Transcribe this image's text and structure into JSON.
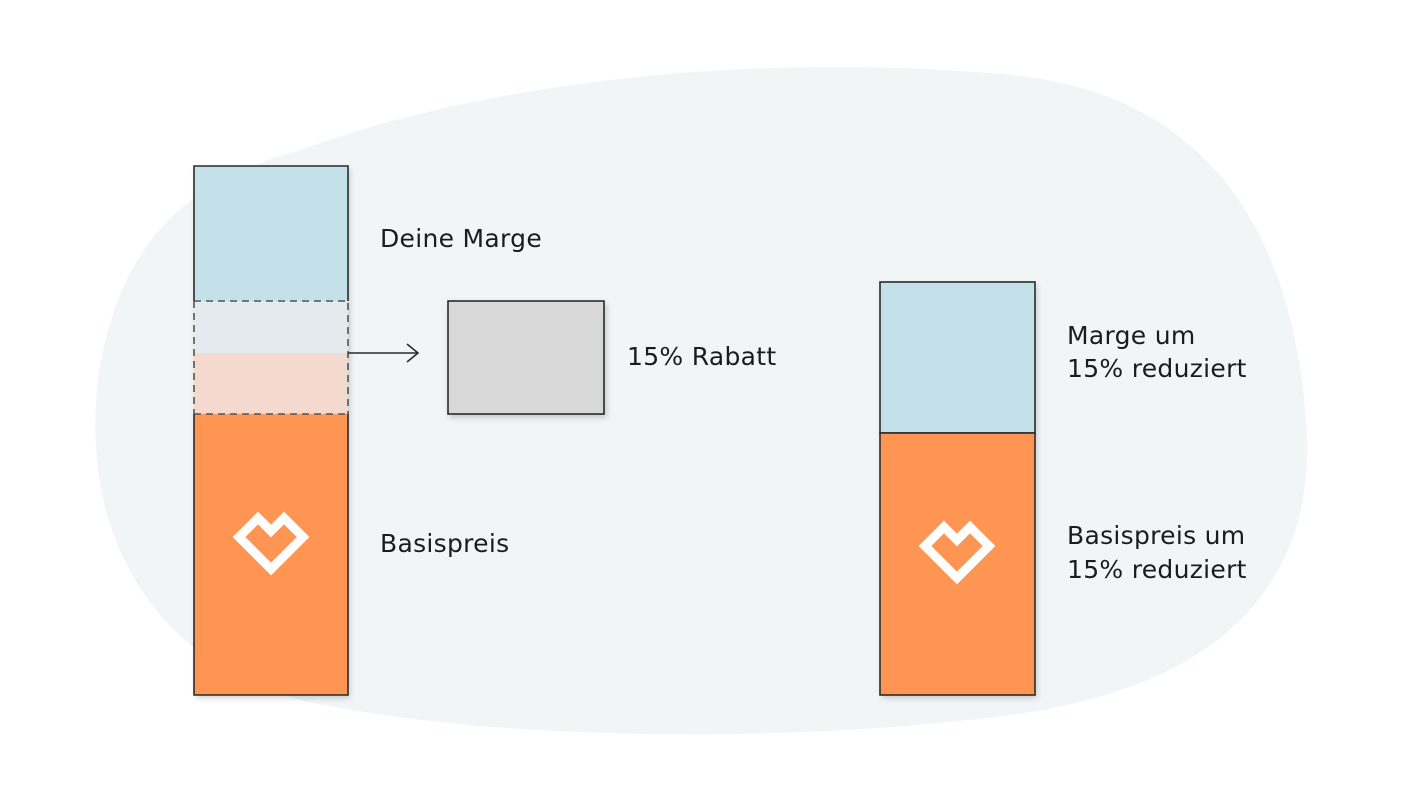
{
  "colors": {
    "background_blob": "#f1f5f6",
    "margin_fill": "#c4e1e9",
    "discount_margin_fill": "#e4ebee",
    "discount_base_fill": "#f4dace",
    "base_fill": "#ff9552",
    "discount_box_fill": "#d8d8d8",
    "outline": "#2b2b2b",
    "logo": "#ffffff"
  },
  "icons": {
    "left_logo": "heart-logo-icon",
    "right_logo": "heart-logo-icon",
    "arrow": "arrow-right-icon"
  },
  "labels": {
    "deine_marge": "Deine Marge",
    "rabatt": "15% Rabatt",
    "basispreis": "Basispreis",
    "marge_reduziert_line1": "Marge um",
    "marge_reduziert_line2": "15% reduziert",
    "basispreis_reduziert_line1": "Basispreis um",
    "basispreis_reduziert_line2": "15% reduziert"
  }
}
